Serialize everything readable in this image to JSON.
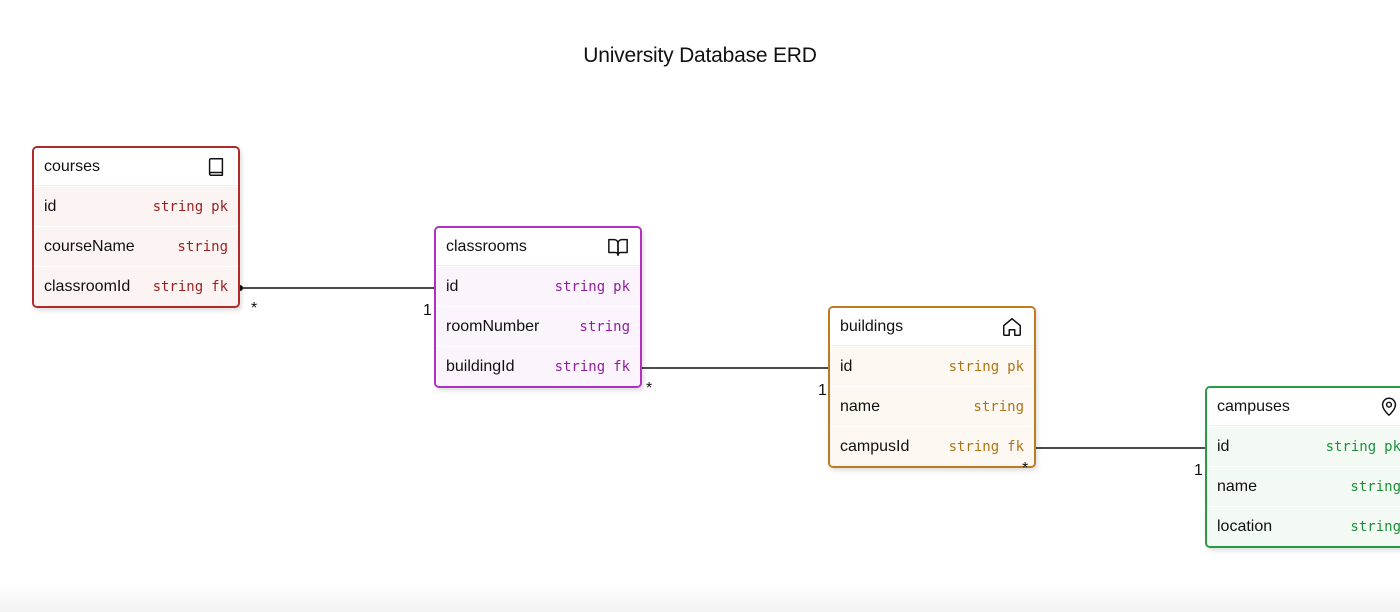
{
  "title": "University Database ERD",
  "entities": [
    {
      "id": "courses",
      "name": "courses",
      "icon": "book-icon",
      "border": "#b02a2a",
      "tint": "#fcf4f3",
      "typeColor": "#9a1f1f",
      "attributes": [
        {
          "name": "id",
          "type": "string",
          "key": "pk"
        },
        {
          "name": "courseName",
          "type": "string",
          "key": ""
        },
        {
          "name": "classroomId",
          "type": "string",
          "key": "fk"
        }
      ]
    },
    {
      "id": "classrooms",
      "name": "classrooms",
      "icon": "open-book-icon",
      "border": "#b030c0",
      "tint": "#fbf4fc",
      "typeColor": "#8f1fa0",
      "attributes": [
        {
          "name": "id",
          "type": "string",
          "key": "pk"
        },
        {
          "name": "roomNumber",
          "type": "string",
          "key": ""
        },
        {
          "name": "buildingId",
          "type": "string",
          "key": "fk"
        }
      ]
    },
    {
      "id": "buildings",
      "name": "buildings",
      "icon": "house-icon",
      "border": "#c07a20",
      "tint": "#fdf8f1",
      "typeColor": "#b07516",
      "attributes": [
        {
          "name": "id",
          "type": "string",
          "key": "pk"
        },
        {
          "name": "name",
          "type": "string",
          "key": ""
        },
        {
          "name": "campusId",
          "type": "string",
          "key": "fk"
        }
      ]
    },
    {
      "id": "campuses",
      "name": "campuses",
      "icon": "map-pin-icon",
      "border": "#2a9a45",
      "tint": "#f3faf4",
      "typeColor": "#1f8f3a",
      "attributes": [
        {
          "name": "id",
          "type": "string",
          "key": "pk"
        },
        {
          "name": "name",
          "type": "string",
          "key": ""
        },
        {
          "name": "location",
          "type": "string",
          "key": ""
        }
      ]
    }
  ],
  "relationships": [
    {
      "from": "courses.classroomId",
      "to": "classrooms.id",
      "from_label": "*",
      "to_label": "1"
    },
    {
      "from": "classrooms.buildingId",
      "to": "buildings.id",
      "from_label": "*",
      "to_label": "1"
    },
    {
      "from": "buildings.campusId",
      "to": "campuses.id",
      "from_label": "*",
      "to_label": "1"
    }
  ]
}
